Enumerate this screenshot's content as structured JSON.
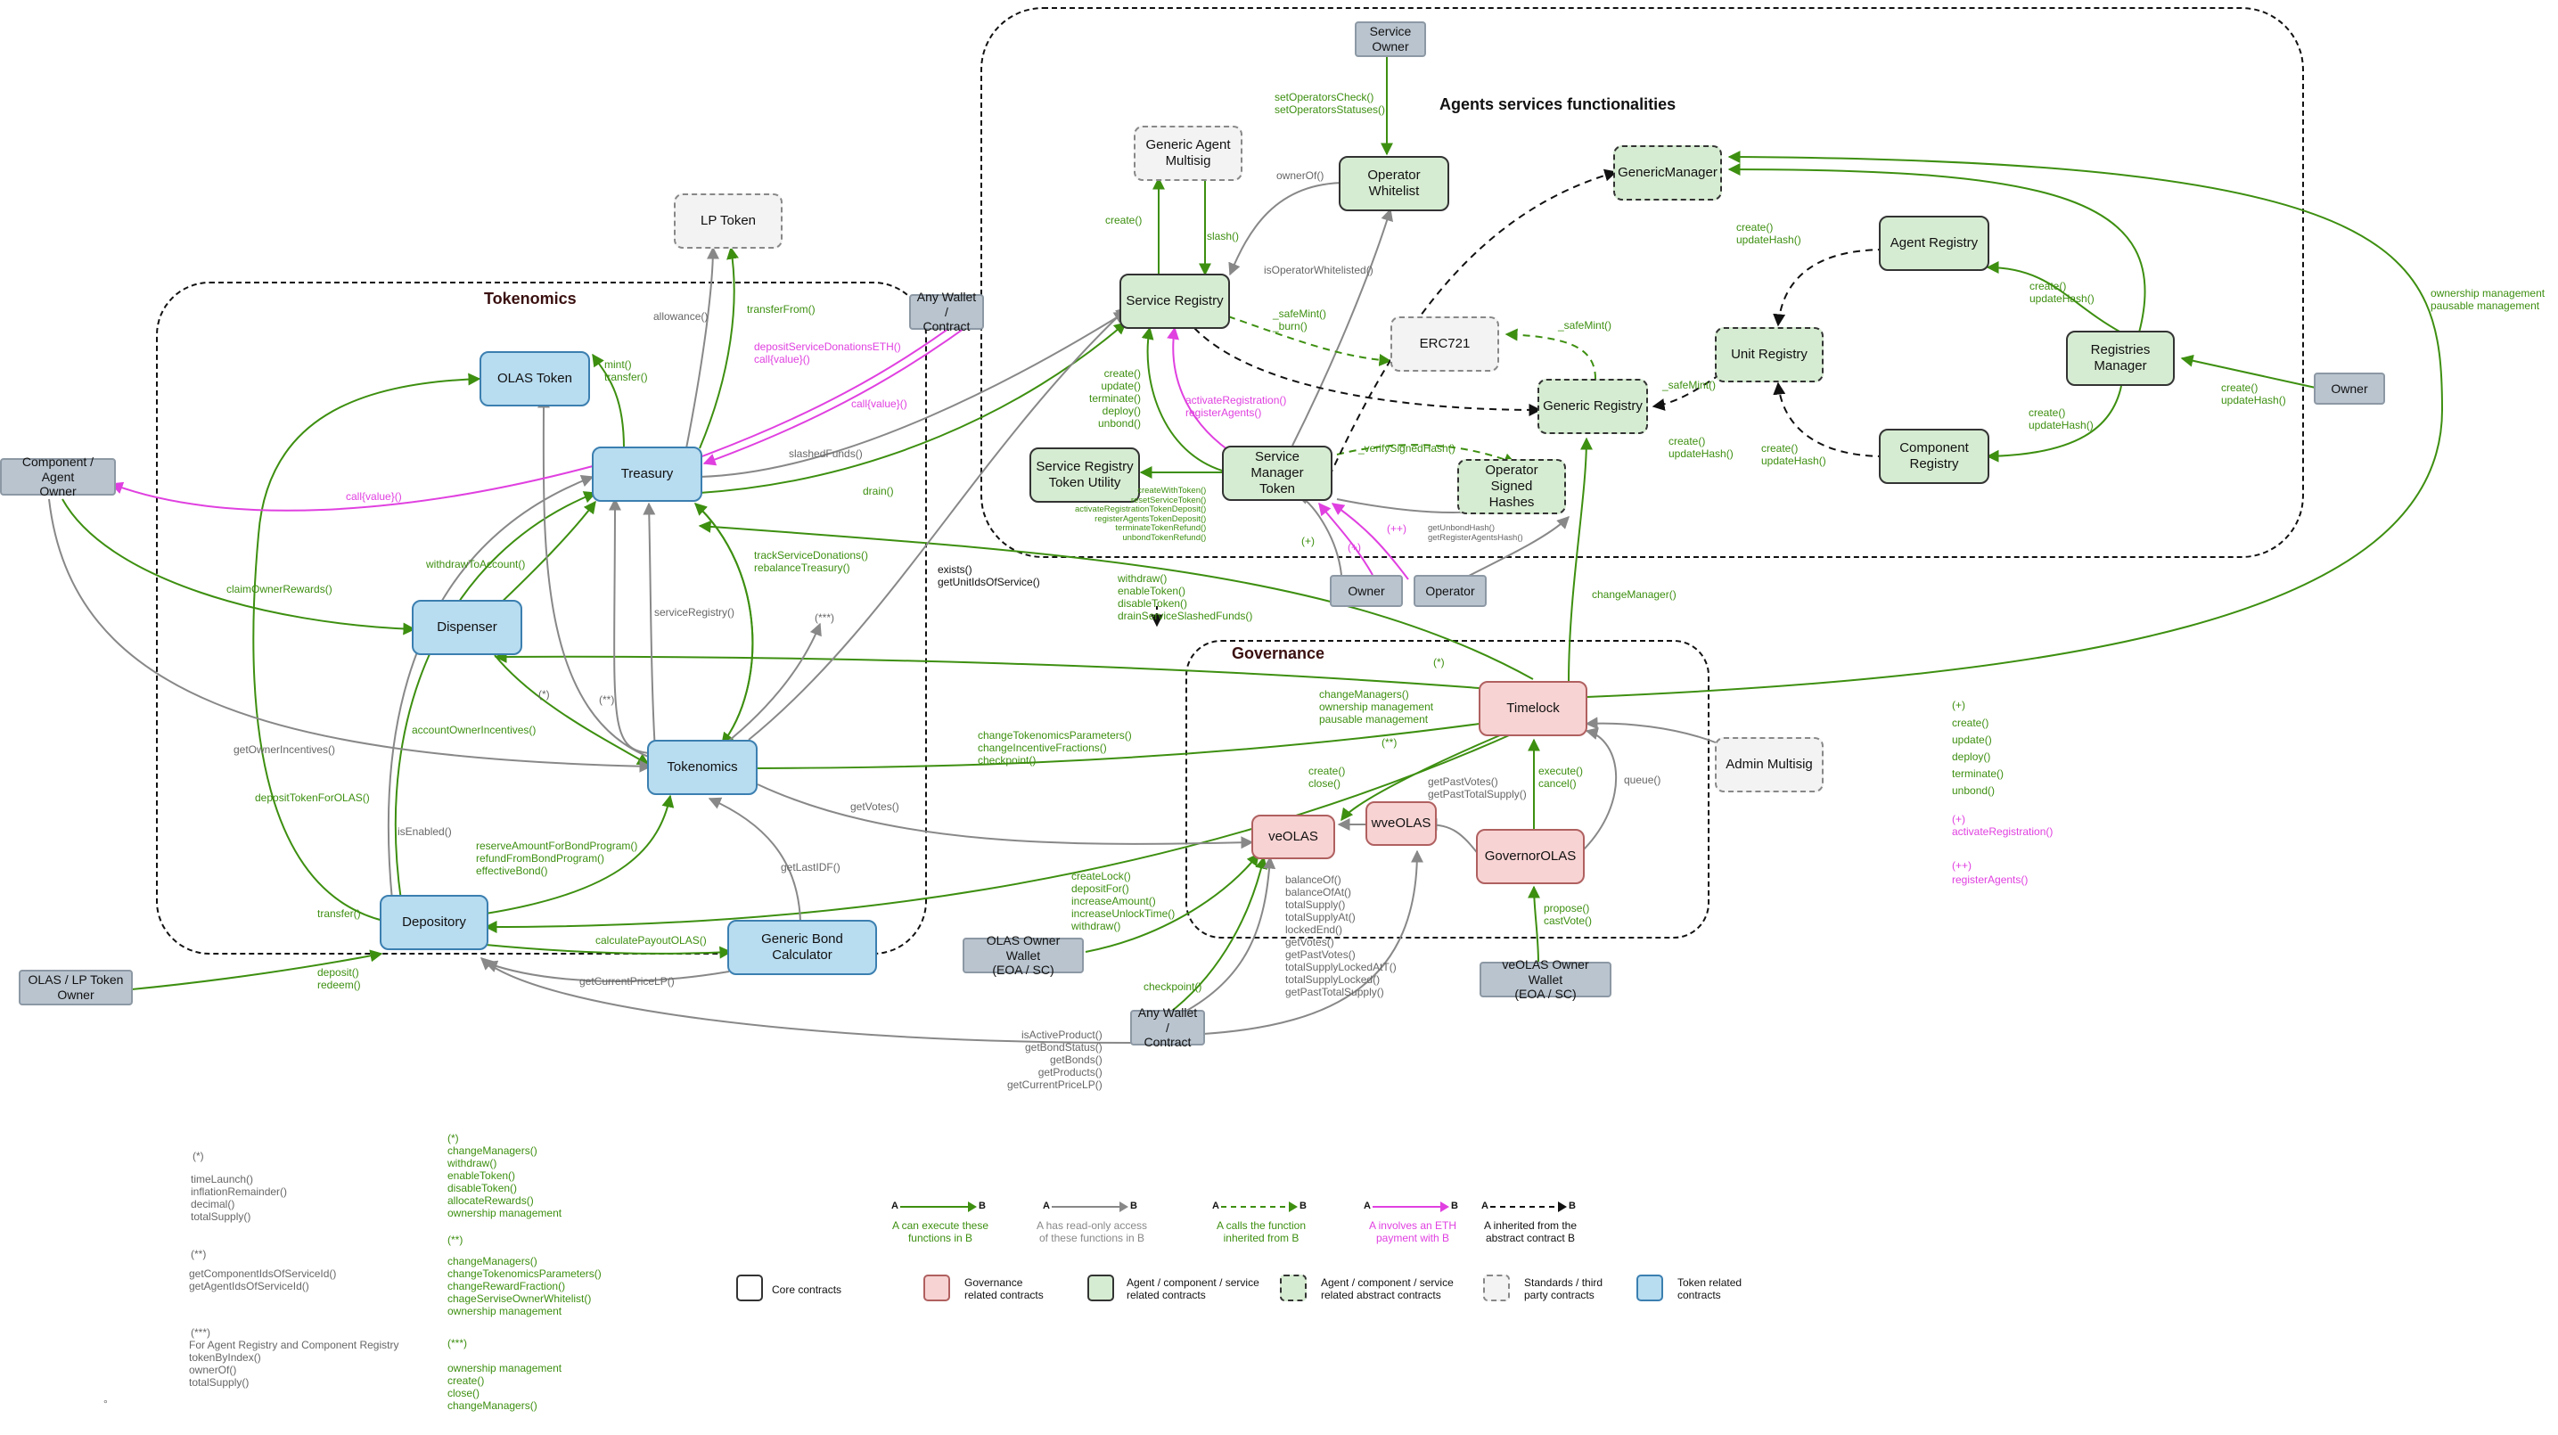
{
  "regions": {
    "tokenomics": "Tokenomics",
    "agents": "Agents services functionalities",
    "governance": "Governance"
  },
  "nodes": {
    "service_owner": "Service\nOwner",
    "generic_agent_multisig": "Generic Agent\nMultisig",
    "operator_whitelist": "Operator Whitelist",
    "generic_manager": "GenericManager",
    "lp_token": "LP Token",
    "any_wallet_top": "Any Wallet /\nContract",
    "service_registry": "Service Registry",
    "erc721": "ERC721",
    "agent_registry": "Agent Registry",
    "olas_token": "OLAS Token",
    "unit_registry": "Unit Registry",
    "registries_manager": "Registries\nManager",
    "generic_registry": "Generic Registry",
    "owner_right": "Owner",
    "component_agent_owner": "Component / Agent\nOwner",
    "treasury": "Treasury",
    "service_manager_token": "Service Manager\nToken",
    "service_registry_token_utility": "Service Registry\nToken Utility",
    "operator_signed_hashes": "Operator Signed\nHashes",
    "component_registry": "Component\nRegistry",
    "owner_mid": "Owner",
    "operator": "Operator",
    "dispenser": "Dispenser",
    "timelock": "Timelock",
    "admin_multisig": "Admin Multisig",
    "tokenomics": "Tokenomics",
    "weolas": "wveOLAS",
    "veolas": "veOLAS",
    "governor_olas": "GovernorOLAS",
    "depository": "Depository",
    "generic_bond_calculator": "Generic Bond Calculator",
    "olas_owner_wallet": "OLAS Owner Wallet\n(EOA / SC)",
    "olas_lp_owner": "OLAS / LP Token\nOwner",
    "veolas_owner_wallet": "veOLAS Owner Wallet\n(EOA / SC)",
    "any_wallet_bottom": "Any Wallet /\nContract"
  },
  "labels": {
    "set_operators": "setOperatorsCheck()\nsetOperatorsStatuses()",
    "owner_of": "ownerOf()",
    "create": "create()",
    "slash": "slash()",
    "is_operator_whitelisted": "isOperatorWhitelisted()",
    "gm_create_update": "create()\nupdateHash()",
    "ownership_pausable": "ownership management\npausable management",
    "allowance": "allowance()",
    "transfer_from": "transferFrom()",
    "deposit_service_donations": "depositServiceDonationsETH()\ncall{value}()",
    "call_value_top": "call{value}()",
    "safe_mint_burn": "_safeMint()\n_burn()",
    "safe_mint_top": "_safeMint()",
    "safe_mint_mid": "_safeMint()",
    "ar_create_update": "create()\nupdateHash()",
    "mint_transfer": "mint()\ntransfer()",
    "slashed_funds": "slashedFunds()",
    "sr_functions": "create()\nupdate()\nterminate()\ndeploy()\nunbond()",
    "activate_register": "activateRegistration()\nregisterAgents()",
    "unit_gr_create": "create()\nupdateHash()",
    "cr_create_update": "create()\nupdateHash()",
    "rm_cr_create": "create()\nupdateHash()",
    "owner_create": "create()\nupdateHash()",
    "call_value_left": "call{value}()",
    "drain": "drain()",
    "verify_signed_hash": "_verifySignedHash()",
    "smt_small": "createWithToken()\nresetServiceToken()\nactivateRegistrationTokenDeposit()\nregisterAgentsTokenDeposit()\nterminateTokenRefund()\nunbondTokenRefund()",
    "get_unbond_hash": "getUnbondHash()\ngetRegisterAgentsHash()",
    "plus": "(+)",
    "plus2": "(+)",
    "plusplus": "(++)",
    "exists": "exists()\ngetUnitIdsOfService()",
    "withdraw_enable": "withdraw()\nenableToken()\ndisableToken()\ndrainServiceSlashedFunds()",
    "change_manager": "changeManager()",
    "claim_owner_rewards": "claimOwnerRewards()",
    "withdraw_to_account": "withdrawToAccount()",
    "track_service_donations": "trackServiceDonations()\nrebalanceTreasury()",
    "service_registry_call": "serviceRegistry()",
    "triple_star": "(***)",
    "star": "(*)",
    "double_star": "(**)",
    "star_tl": "(*)",
    "double_star_tl": "(**)",
    "change_managers_tl": "changeManagers()\nownership management\npausable management",
    "change_tokenomics_params": "changeTokenomicsParameters()\nchangeIncentiveFractions()\ncheckpoint()",
    "account_owner_incentives": "accountOwnerIncentives()",
    "get_owner_incentives": "getOwnerIncentives()",
    "deposit_token_for_olas": "depositTokenForOLAS()",
    "is_enabled": "isEnabled()",
    "get_votes": "getVotes()",
    "create_close": "create()\nclose()",
    "get_past_votes": "getPastVotes()\ngetPastTotalSupply()",
    "execute_cancel": "execute()\ncancel()",
    "queue": "queue()",
    "reserve_amount": "reserveAmountForBondProgram()\nrefundFromBondProgram()\neffectiveBond()",
    "get_last_idf": "getLastIDF()",
    "create_lock": "createLock()\ndepositFor()\nincreaseAmount()\nincreaseUnlockTime()\nwithdraw()",
    "balance_of": "balanceOf()\nbalanceOfAt()\ntotalSupply()\ntotalSupplyAt()\nlockedEnd()\ngetVotes()\ngetPastVotes()\ntotalSupplyLockedAtT()\ntotalSupplyLocked()\ngetPastTotalSupply()",
    "propose_cast_vote": "propose()\ncastVote()",
    "transfer": "transfer()",
    "calculate_payout": "calculatePayoutOLAS()",
    "deposit_redeem": "deposit()\nredeem()",
    "get_current_price_lp": "getCurrentPriceLP()",
    "checkpoint": "checkpoint()",
    "is_active_product": "isActiveProduct()\ngetBondStatus()\ngetBonds()\ngetProducts()\ngetCurrentPriceLP()"
  },
  "side_notes": {
    "plus_label": "(+)",
    "plus_list": "create()\nupdate()\ndeploy()\nterminate()\nunbond()",
    "plus2_label": "(+)",
    "plus2_list": "activateRegistration()",
    "plusplus_label": "(++)",
    "plusplus_list": "registerAgents()"
  },
  "footnotes": {
    "star_title": "(*)",
    "star_list": "timeLaunch()\ninflationRemainder()\ndecimal()\ntotalSupply()",
    "dstar_title": "(**)",
    "dstar_list": "getComponentIdsOfServiceId()\ngetAgentIdsOfServiceId()",
    "tstar_title": "(***)",
    "tstar_list": "For Agent Registry and Component Registry\ntokenByIndex()\nownerOf()\ntotalSupply()",
    "g_star_title": "(*)",
    "g_star_list": "changeManagers()\nwithdraw()\nenableToken()\ndisableToken()\nallocateRewards()\nownership management",
    "g_dstar_title": "(**)",
    "g_dstar_list": "changeManagers()\nchangeTokenomicsParameters()\nchangeRewardFraction()\nchageServiseOwnerWhitelist()\nownership management",
    "g_tstar_title": "(***)",
    "g_tstar_list": "ownership management\ncreate()\nclose()\nchangeManagers()",
    "dot": "°"
  },
  "legend_arrows": [
    {
      "a": "A",
      "b": "B",
      "caption": "A can execute these\nfunctions in B",
      "color": "#3d8f10",
      "dashed": false
    },
    {
      "a": "A",
      "b": "B",
      "caption": "A has read-only access\nof these functions in B",
      "color": "#888888",
      "dashed": false
    },
    {
      "a": "A",
      "b": "B",
      "caption": "A calls the function\ninherited from B",
      "color": "#3d8f10",
      "dashed": true
    },
    {
      "a": "A",
      "b": "B",
      "caption": "A involves an ETH\npayment with B",
      "color": "#e040e0",
      "dashed": false
    },
    {
      "a": "A",
      "b": "B",
      "caption": "A inherited from the\nabstract contract B",
      "color": "#111111",
      "dashed": true
    }
  ],
  "legend_boxes": [
    {
      "label": "Core contracts",
      "fill": "#ffffff",
      "stroke": "#333333",
      "dashed": false
    },
    {
      "label": "Governance\nrelated contracts",
      "fill": "#f8d3d3",
      "stroke": "#b06060",
      "dashed": false
    },
    {
      "label": "Agent / component / service\nrelated contracts",
      "fill": "#d6ecd2",
      "stroke": "#333333",
      "dashed": false
    },
    {
      "label": "Agent / component / service\nrelated abstract contracts",
      "fill": "#d6ecd2",
      "stroke": "#333333",
      "dashed": true
    },
    {
      "label": "Standards / third\nparty contracts",
      "fill": "#f3f3f3",
      "stroke": "#888888",
      "dashed": true
    },
    {
      "label": "Token related\ncontracts",
      "fill": "#b8dcf0",
      "stroke": "#3b7fb0",
      "dashed": false
    }
  ],
  "colors": {
    "green": "#3d8f10",
    "grey": "#888888",
    "pink": "#e040e0",
    "black": "#111111"
  }
}
